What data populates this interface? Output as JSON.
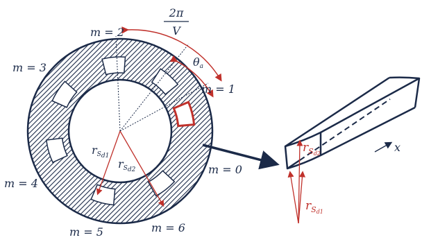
{
  "colors": {
    "navy": "#1b2a48",
    "red": "#c0312b",
    "white": "#ffffff"
  },
  "angle_fraction": {
    "numerator": "2π",
    "denominator": "V"
  },
  "theta": {
    "base": "θ",
    "sub": "a"
  },
  "mode_labels": [
    "m = 0",
    "m = 1",
    "m = 2",
    "m = 3",
    "m = 4",
    "m = 5",
    "m = 6"
  ],
  "radius_inner": {
    "base": "r",
    "sub": "S",
    "subsub": "d1"
  },
  "radius_outer": {
    "base": "r",
    "sub": "S",
    "subsub": "d2"
  },
  "axis_label": "x"
}
